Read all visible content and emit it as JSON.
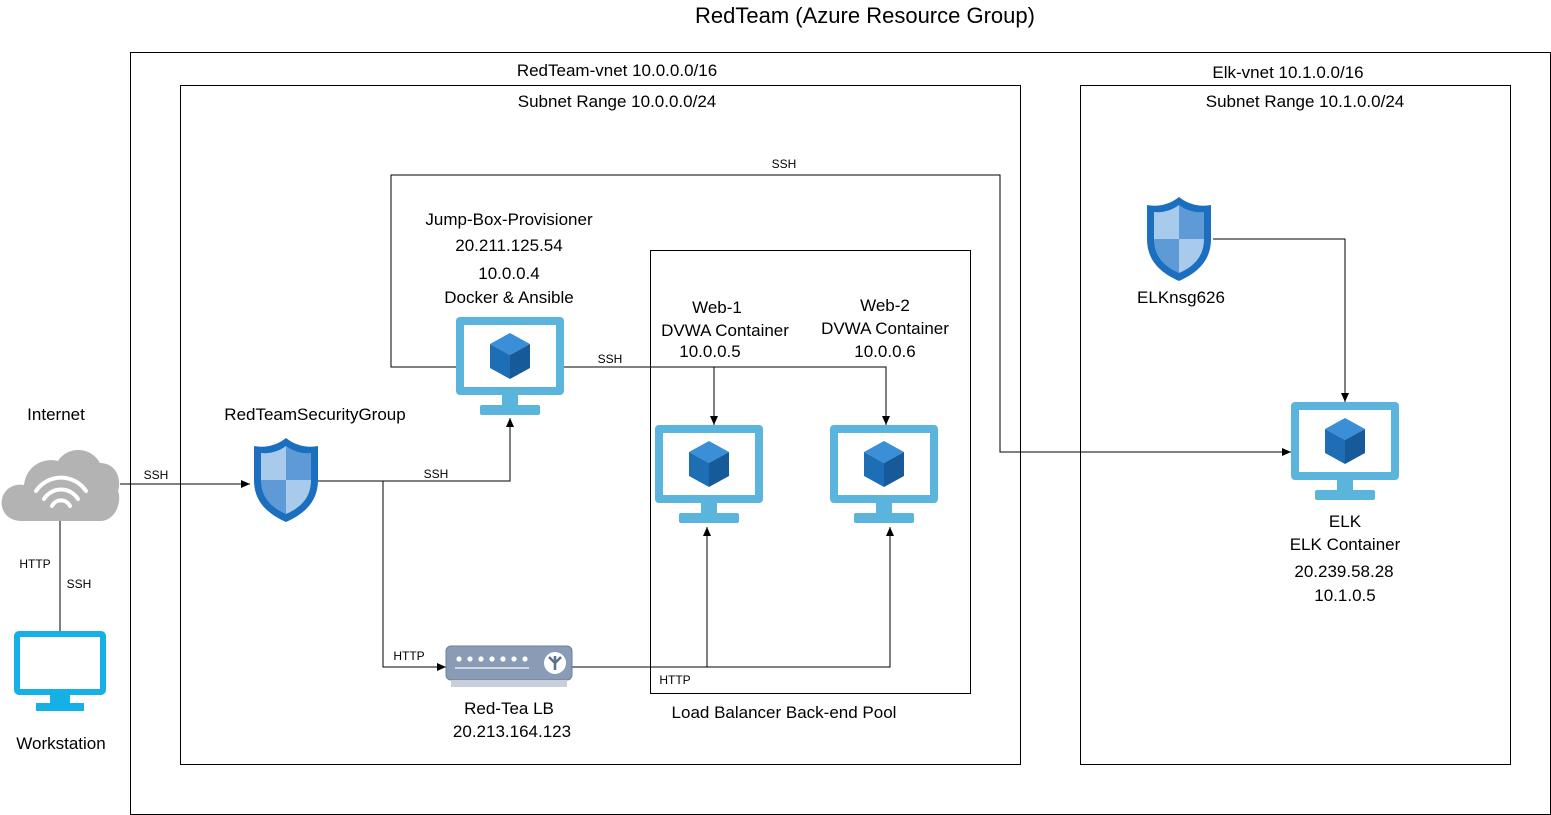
{
  "title": "RedTeam (Azure Resource Group)",
  "redteam_vnet": {
    "label": "RedTeam-vnet 10.0.0.0/16",
    "subnet": "Subnet Range 10.0.0.0/24"
  },
  "elk_vnet": {
    "label": "Elk-vnet  10.1.0.0/16",
    "subnet": "Subnet Range 10.1.0.0/24"
  },
  "internet": {
    "label": "Internet"
  },
  "workstation": {
    "label": "Workstation"
  },
  "security_group": {
    "label": "RedTeamSecurityGroup"
  },
  "jumpbox": {
    "name": "Jump-Box-Provisioner",
    "public_ip": "20.211.125.54",
    "private_ip": "10.0.0.4",
    "role": "Docker & Ansible"
  },
  "web1": {
    "name": "Web-1",
    "role": "DVWA Container",
    "ip": "10.0.0.5"
  },
  "web2": {
    "name": "Web-2",
    "role": "DVWA Container",
    "ip": "10.0.0.6"
  },
  "lb": {
    "name": "Red-Tea LB",
    "ip": "20.213.164.123"
  },
  "pool": {
    "label": "Load Balancer Back-end Pool"
  },
  "elk_nsg": {
    "label": "ELKnsg626"
  },
  "elk": {
    "name": "ELK",
    "role": "ELK Container",
    "public_ip": "20.239.58.28",
    "private_ip": "10.1.0.5"
  },
  "edges": {
    "ssh_ws_internet": "SSH",
    "http_ws_internet": "HTTP",
    "ssh_internet_nsg": "SSH",
    "ssh_nsg_jump": "SSH",
    "ssh_jump_web": "SSH",
    "ssh_top": "SSH",
    "http_nsg_lb": "HTTP",
    "http_lb_pool": "HTTP"
  },
  "colors": {
    "monitor_blue": "#5ab4dc",
    "monitor_cube": "#1e6eb5",
    "workstation_cyan": "#15b1e6",
    "shield_dark": "#1c6fbf",
    "shield_light": "#a9cbeb",
    "cloud_gray": "#b3b3b3",
    "lb_body": "#8a9bb5"
  }
}
